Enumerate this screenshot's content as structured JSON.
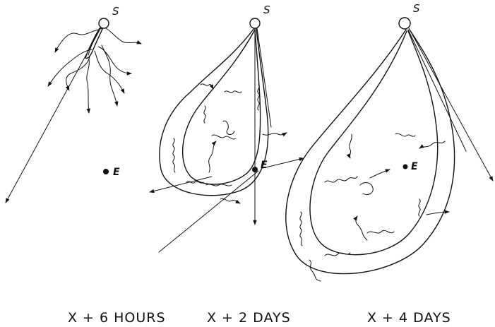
{
  "panels": [
    {
      "sun_label": "S",
      "earth_label": "E",
      "caption": "X + 6 HOURS"
    },
    {
      "sun_label": "S",
      "earth_label": "E",
      "caption": "X + 2 DAYS"
    },
    {
      "sun_label": "S",
      "earth_label": "E",
      "caption": "X + 4 DAYS"
    }
  ],
  "colors": {
    "ink": "#111111",
    "background": "#ffffff"
  }
}
